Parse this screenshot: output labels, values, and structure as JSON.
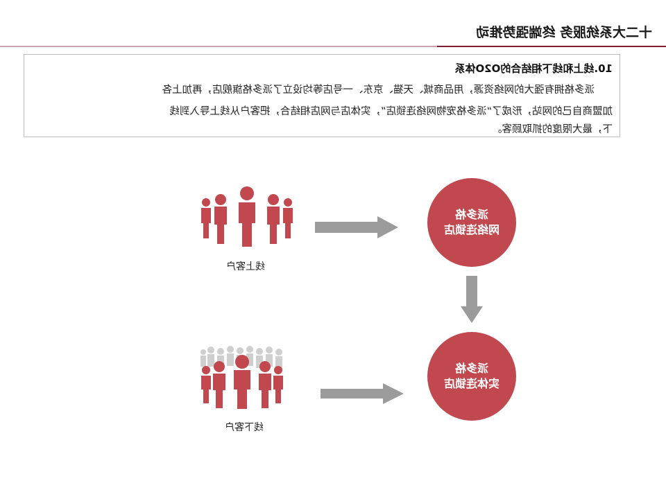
{
  "header": {
    "title": "十二大系统服务   终端强势推动"
  },
  "content": {
    "title": "10.线上和线下相结合的O2O体系",
    "lines": [
      "派多格拥有强大的网络资源，用品商城、天猫、京东、一号店等均设立了派多格旗舰店，再加上各",
      "加盟商自己的网站，形成了“派多格宠物网络连锁店”，实体店与网店相结合，把客户从线上导入到线",
      "下，最大限度的抓取顾客。"
    ]
  },
  "diagram": {
    "online_label": "线上客户",
    "offline_label": "线下客户",
    "online_node": {
      "line1": "派多格",
      "line2": "网络连锁店"
    },
    "offline_node": {
      "line1": "派多格",
      "line2": "实体连锁店"
    }
  },
  "colors": {
    "accent": "#c0484e",
    "header_dark": "#7f1d35",
    "header_light": "#c9a3ad",
    "arrow": "#9b9b9b",
    "crowd_back": "#cfcfcf"
  },
  "icons": [
    "people-group-icon",
    "arrow-right-icon",
    "arrow-down-icon"
  ]
}
